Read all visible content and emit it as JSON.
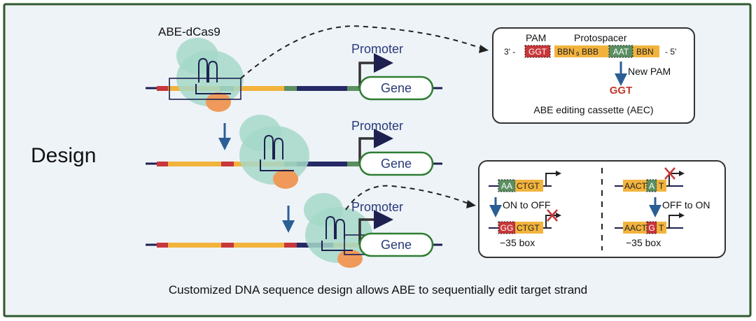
{
  "design_label": "Design",
  "caption": "Customized DNA sequence design allows ABE to sequentially edit target strand",
  "enzyme_label": "ABE-dCas9",
  "promoter_label": "Promoter",
  "gene_label": "Gene",
  "aec": {
    "pam_label": "PAM",
    "protospacer_label": "Protospacer",
    "end3": "3' -",
    "end5": "- 5'",
    "pam_seq": "GGT",
    "seq_a": "BBN",
    "seq_sub": "9",
    "seq_b": "BBB",
    "seq_aat": "AAT",
    "seq_c": "BBN",
    "new_pam_label": "New PAM",
    "new_pam_seq": "GGT",
    "cassette_label": "ABE editing cassette (AEC)"
  },
  "switch": {
    "left": {
      "before_a": "AA",
      "before_b": "CTGT",
      "arrow_label": "ON to OFF",
      "after_a": "GG",
      "after_b": "CTGT",
      "box_label": "−35 box"
    },
    "right": {
      "before_a": "AACT",
      "before_b": "A",
      "before_c": "T",
      "arrow_label": "OFF to ON",
      "after_a": "AACT",
      "after_b": "G",
      "after_c": "T",
      "box_label": "−35 box"
    }
  },
  "colors": {
    "frame": "#2f5a2f",
    "panel_bg": "#eef3f8",
    "dna_line": "#1e2050",
    "spacer": "#f2b33d",
    "pam_red": "#c8373a",
    "edit_green": "#5b8f62",
    "promoter_navy": "#252a66",
    "gene_green": "#2e7d32",
    "cas_teal": "#a6d8c9",
    "protein_orange": "#ef9a5a",
    "arrow_blue": "#2a5e95",
    "text_navy": "#283a78",
    "new_pam_red": "#c0392b"
  }
}
